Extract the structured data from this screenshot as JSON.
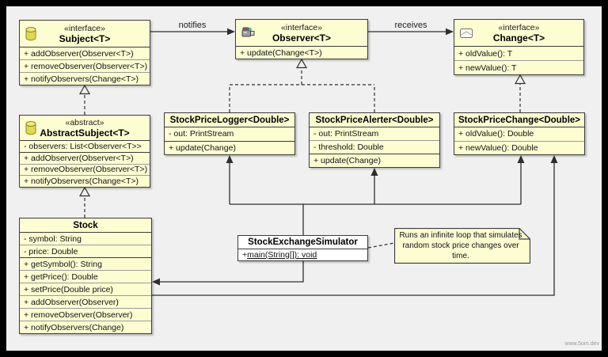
{
  "watermark": "www.5om.dev",
  "edge_labels": {
    "notifies": "notifies",
    "receives": "receives"
  },
  "note": {
    "text": "Runs an infinite loop that simulates random stock price changes over time."
  },
  "classes": {
    "subject": {
      "stereotype": "«interface»",
      "name": "Subject<T>",
      "icon": "cylinder-icon",
      "members": [
        "+ addObserver(Observer<T>)",
        "+ removeObserver(Observer<T>)",
        "+ notifyObservers(Change<T>)"
      ]
    },
    "observer": {
      "stereotype": "«interface»",
      "name": "Observer<T>",
      "icon": "camera-icon",
      "members": [
        "+ update(Change<T>)"
      ]
    },
    "change": {
      "stereotype": "«interface»",
      "name": "Change<T>",
      "icon": "envelope-icon",
      "members": [
        "+ oldValue(): T",
        "+ newValue(): T"
      ]
    },
    "abstract_subject": {
      "stereotype": "«abstract»",
      "name": "AbstractSubject<T>",
      "icon": "cylinder-icon",
      "attributes": [
        "- observers: List<Observer<T>>"
      ],
      "methods": [
        "+ addObserver(Observer<T>)",
        "+ removeObserver(Observer<T>)",
        "+ notifyObservers(Change<T>)"
      ]
    },
    "stock_price_logger": {
      "name": "StockPriceLogger<Double>",
      "attributes": [
        "- out: PrintStream"
      ],
      "methods": [
        "+ update(Change)"
      ]
    },
    "stock_price_alerter": {
      "name": "StockPriceAlerter<Double>",
      "attributes": [
        "- out: PrintStream",
        "- threshold: Double"
      ],
      "methods": [
        "+ update(Change)"
      ]
    },
    "stock_price_change": {
      "name": "StockPriceChange<Double>",
      "methods": [
        "+ oldValue(): Double",
        "+ newValue(): Double"
      ]
    },
    "stock": {
      "name": "Stock",
      "attributes": [
        "- symbol: String",
        "- price: Double"
      ],
      "methods": [
        "+ getSymbol(): String",
        "+ getPrice(): Double",
        "+ setPrice(Double price)",
        "+ addObserver(Observer)",
        "+ removeObserver(Observer)",
        "+ notifyObservers(Change)"
      ]
    },
    "simulator": {
      "name": "StockExchangeSimulator",
      "method_prefix": "+ ",
      "method_static": "main(String[]): void"
    }
  }
}
